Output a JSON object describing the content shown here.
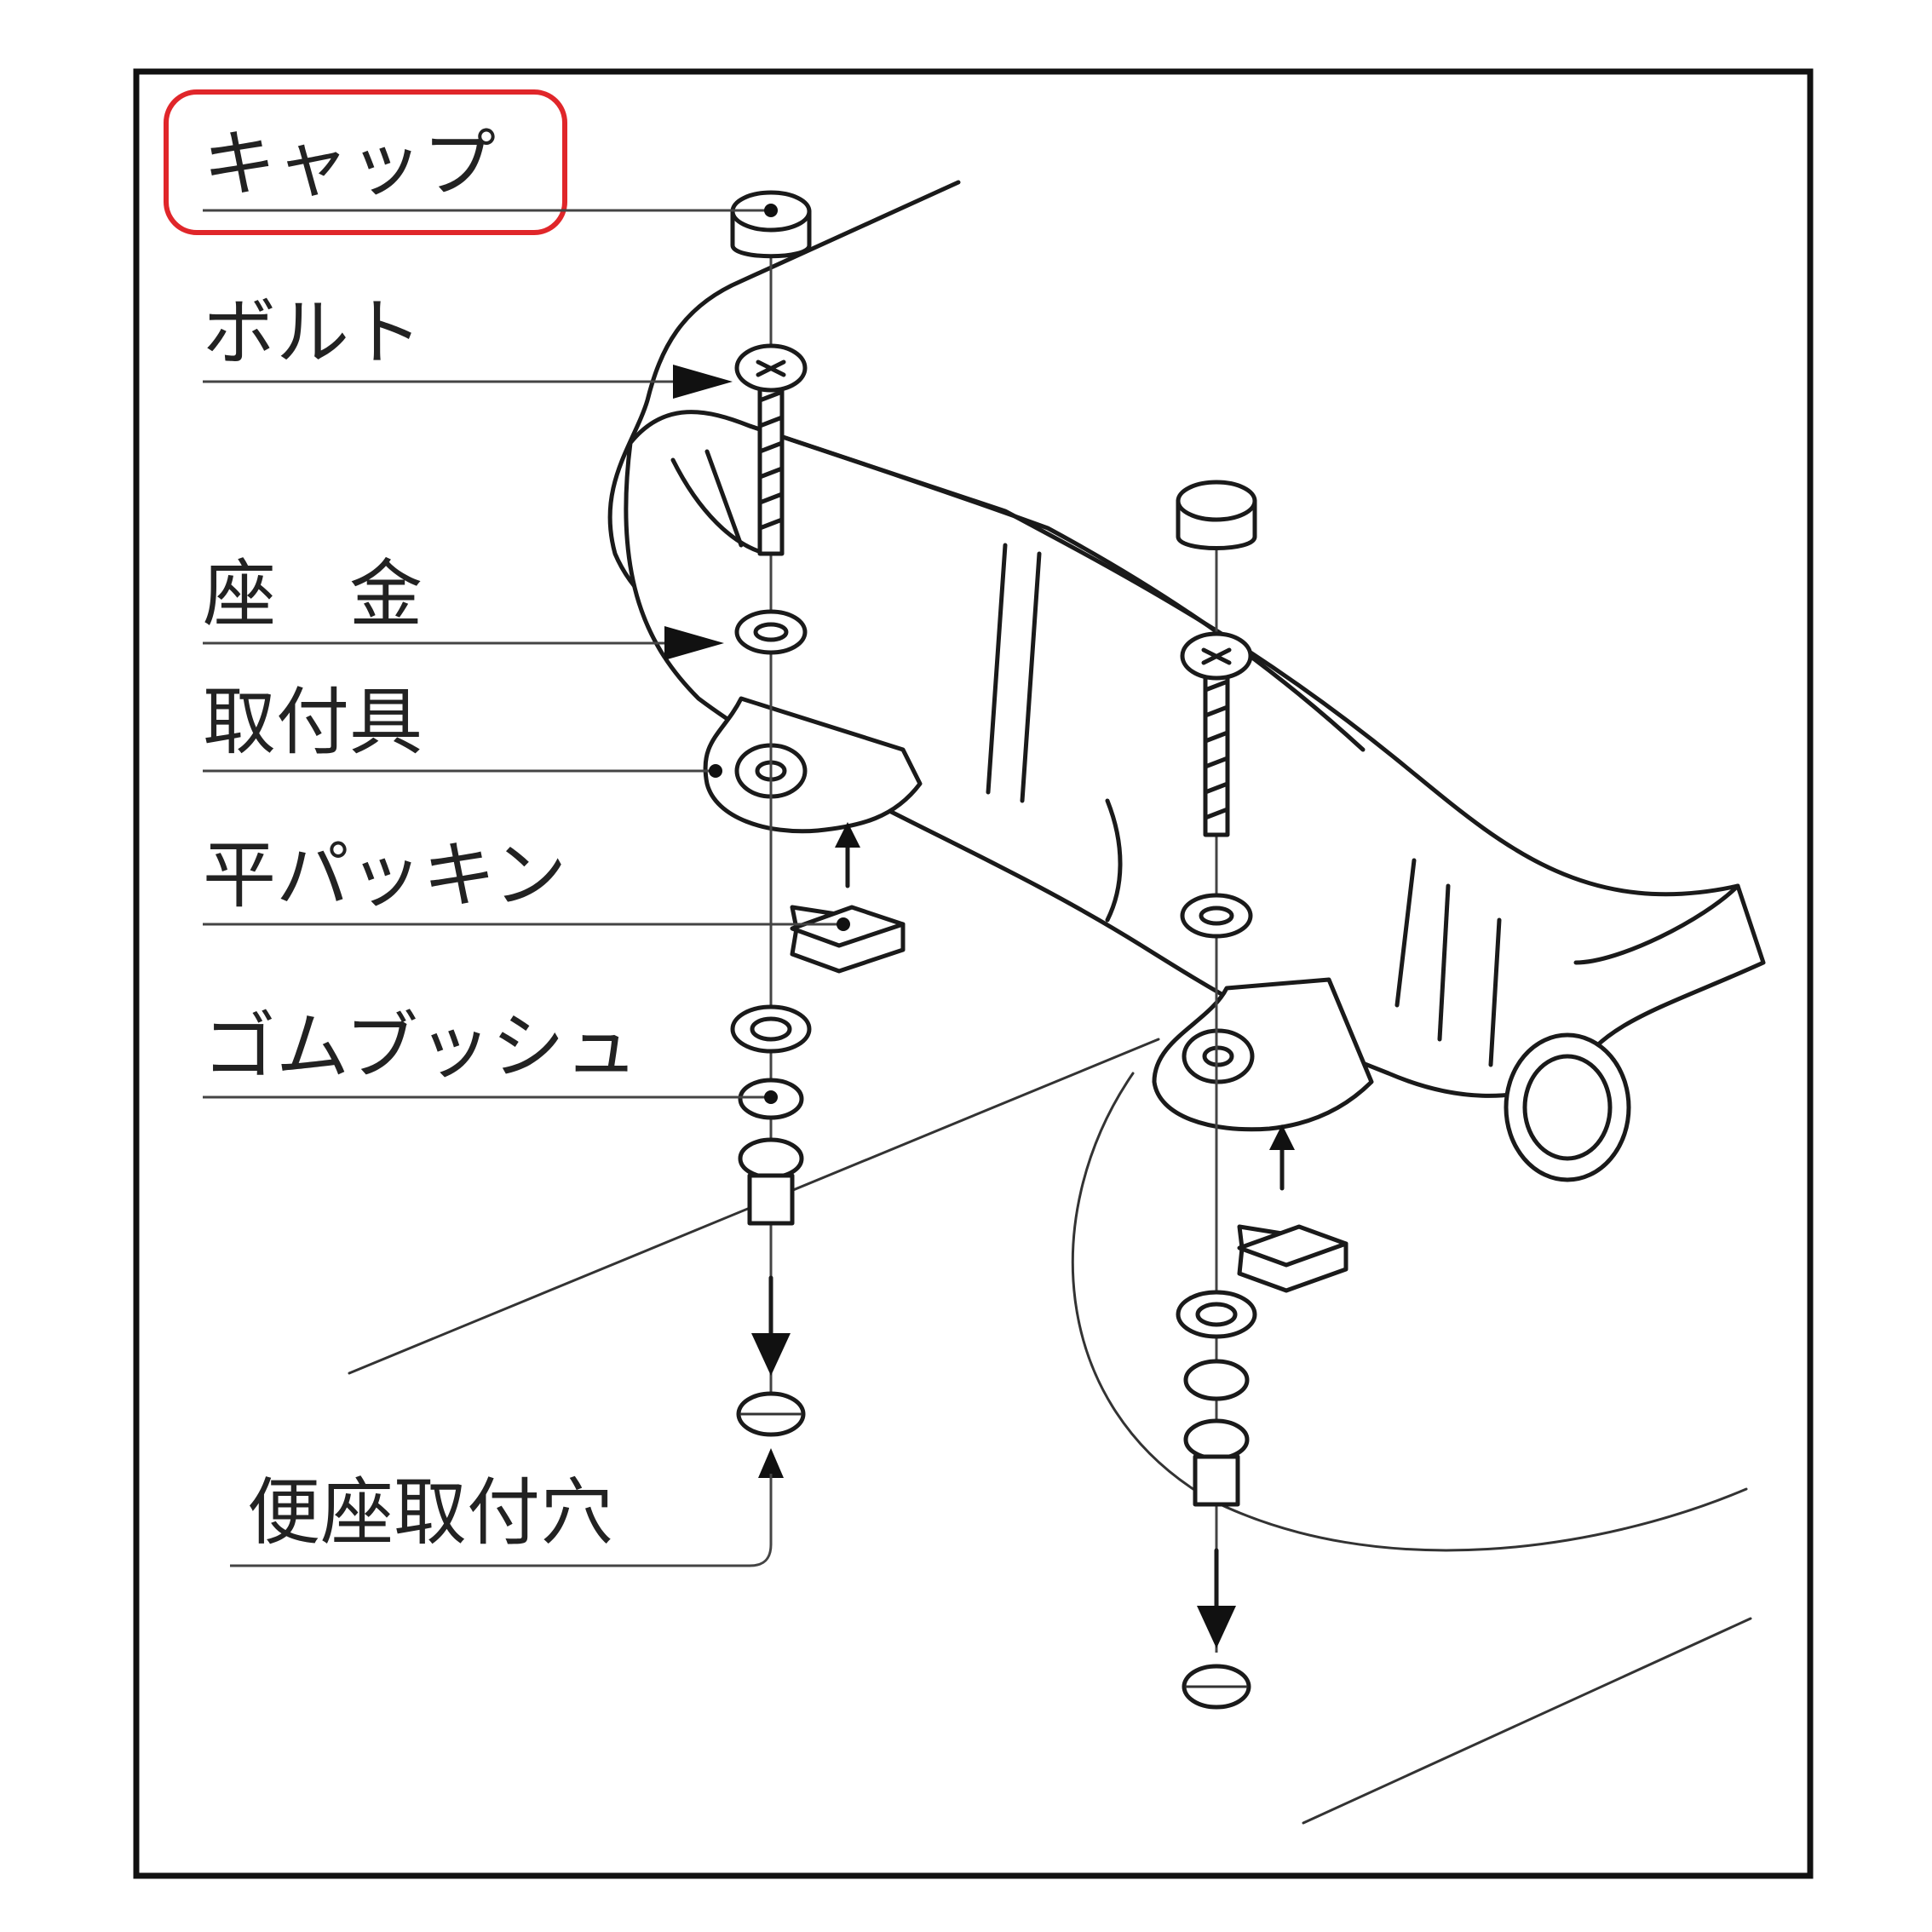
{
  "labels": {
    "cap": "キャップ",
    "bolt": "ボルト",
    "washer": "座　金",
    "bracket": "取付具",
    "flat_packing": "平パッキン",
    "rubber_bush": "ゴムブッシュ",
    "seat_mount_hole": "便座取付穴"
  },
  "colors": {
    "highlight": "#e0262a",
    "line": "#1a1a1a",
    "background": "#ffffff"
  }
}
